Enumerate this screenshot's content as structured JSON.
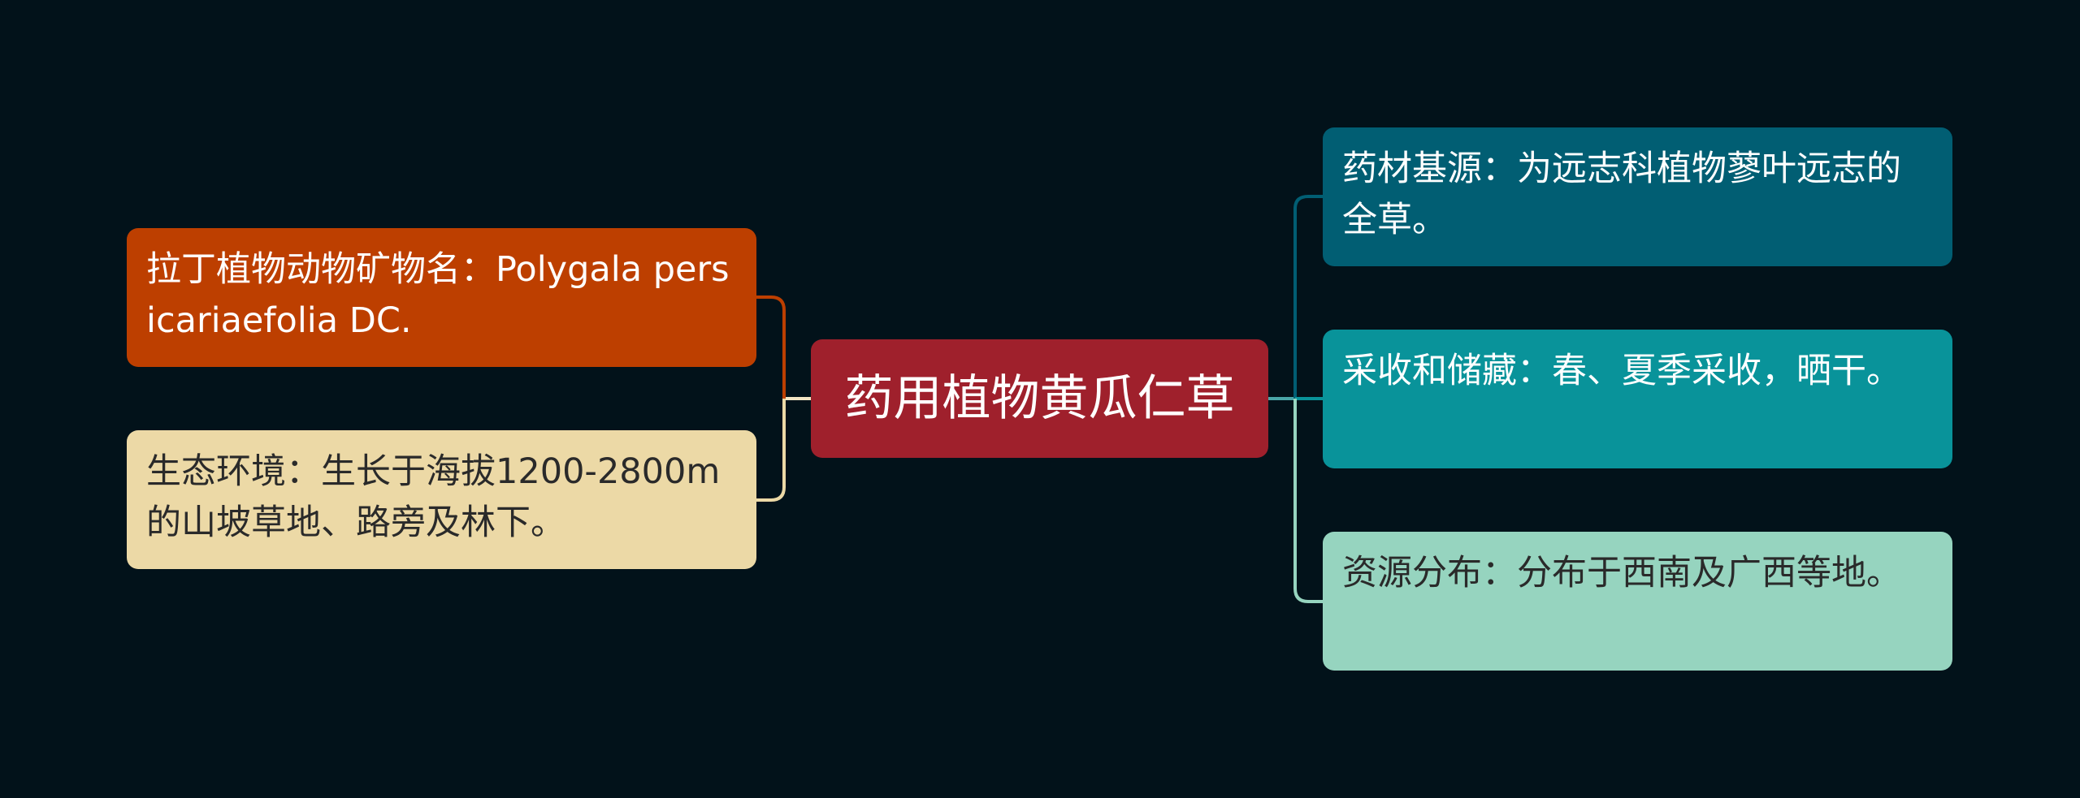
{
  "mindmap": {
    "center": {
      "label": "药用植物黄瓜仁草",
      "color": "#9f202c"
    },
    "left_branches": [
      {
        "label": "拉丁植物动物矿物名：Polygala persicariaefolia DC.",
        "color": "#bd3f00"
      },
      {
        "label": "生态环境：生长于海拔1200-2800m的山坡草地、路旁及林下。",
        "color": "#ecd9a6"
      }
    ],
    "right_branches": [
      {
        "label": "药材基源：为远志科植物蓼叶远志的全草。",
        "color": "#015e73"
      },
      {
        "label": "采收和储藏：春、夏季采收，晒干。",
        "color": "#09939a"
      },
      {
        "label": "资源分布：分布于西南及广西等地。",
        "color": "#96d4bf"
      }
    ]
  },
  "background": "#02121a"
}
